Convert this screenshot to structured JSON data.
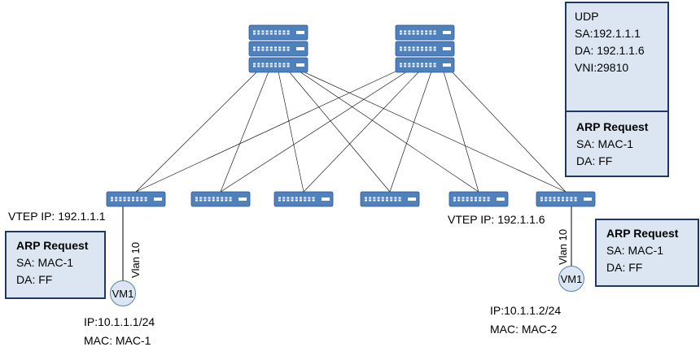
{
  "header_box": {
    "lines": [
      "UDP",
      "SA:192.1.1.1",
      "DA: 192.1.1.6",
      "VNI:29810"
    ]
  },
  "arp_boxes": [
    {
      "title": "ARP Request",
      "sa": "SA: MAC-1",
      "da": "DA: FF"
    },
    {
      "title": "ARP Request",
      "sa": "SA: MAC-1",
      "da": "DA: FF"
    },
    {
      "title": "ARP Request",
      "sa": "SA: MAC-1",
      "da": "DA: FF"
    }
  ],
  "vtep_labels": [
    "VTEP IP: 192.1.1.1",
    "VTEP IP: 192.1.1.6"
  ],
  "vlan_labels": [
    "Vlan 10",
    "Vlan 10"
  ],
  "vms": [
    {
      "name": "VM1",
      "ip": "IP:10.1.1.1/24",
      "mac": "MAC: MAC-1"
    },
    {
      "name": "VM1",
      "ip": "IP:10.1.1.2/24",
      "mac": "MAC: MAC-2"
    }
  ],
  "colors": {
    "device": "#4f81bd",
    "box_fill": "#dce6f2",
    "box_border": "#1f3864"
  },
  "icons": {
    "spine": "switch-stack-icon",
    "leaf": "switch-icon"
  }
}
